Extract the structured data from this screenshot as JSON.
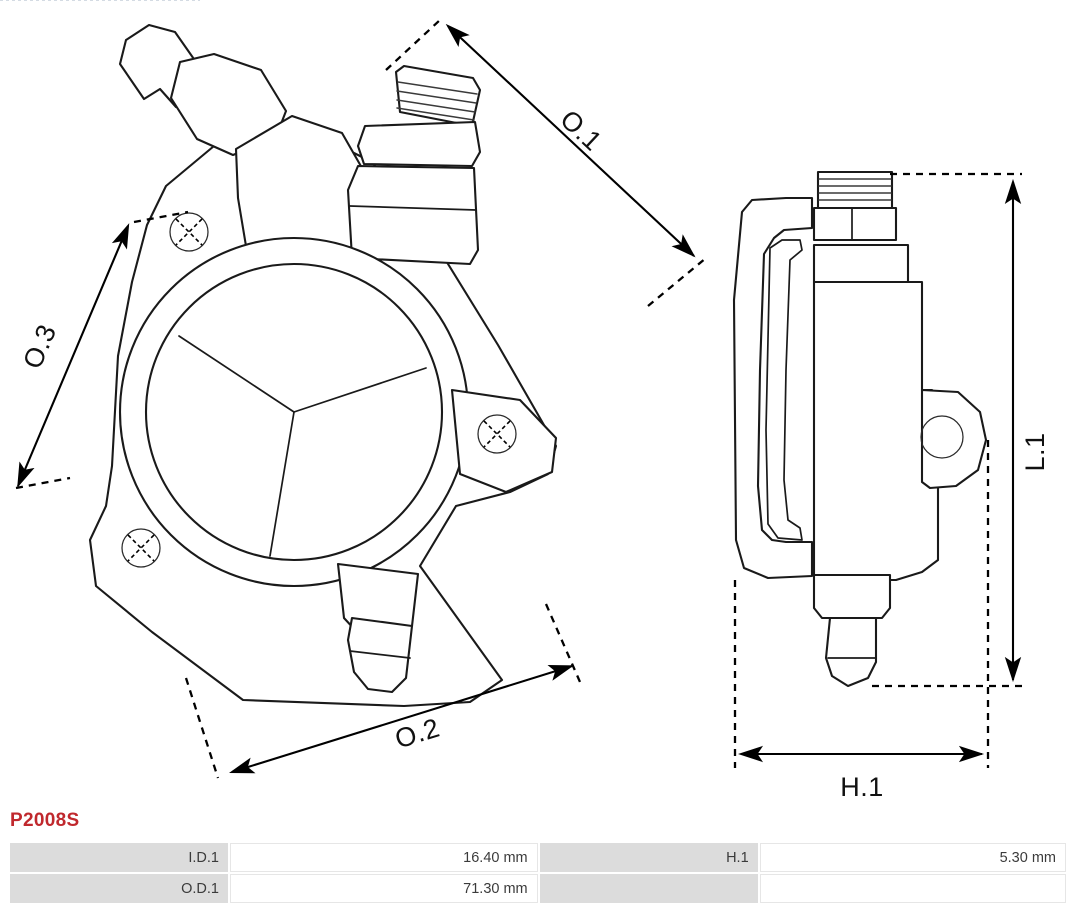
{
  "part": {
    "number": "P2008S",
    "number_color": "#c0282d"
  },
  "drawing": {
    "views": [
      {
        "name": "front-view",
        "description": "vacuum pump front view with flange, three-spoke hub ring, threaded port and outlet nipple"
      },
      {
        "name": "side-view",
        "description": "vacuum pump side profile with threaded port, mounting lug and outlet spigot"
      }
    ],
    "dimension_labels": {
      "o1": "O.1",
      "o2": "O.2",
      "o3": "O.3",
      "l1": "L.1",
      "h1": "H.1"
    }
  },
  "spec_table": {
    "rows": [
      {
        "label_left": "I.D.1",
        "value_left": "16.40 mm",
        "label_right": "H.1",
        "value_right": "5.30 mm"
      },
      {
        "label_left": "O.D.1",
        "value_left": "71.30 mm",
        "label_right": "",
        "value_right": ""
      }
    ]
  },
  "colors": {
    "line": "#1a1a1a",
    "label_cell_bg": "#dcdcdc",
    "value_cell_border": "#e6e6e6",
    "accent": "#c0282d"
  }
}
